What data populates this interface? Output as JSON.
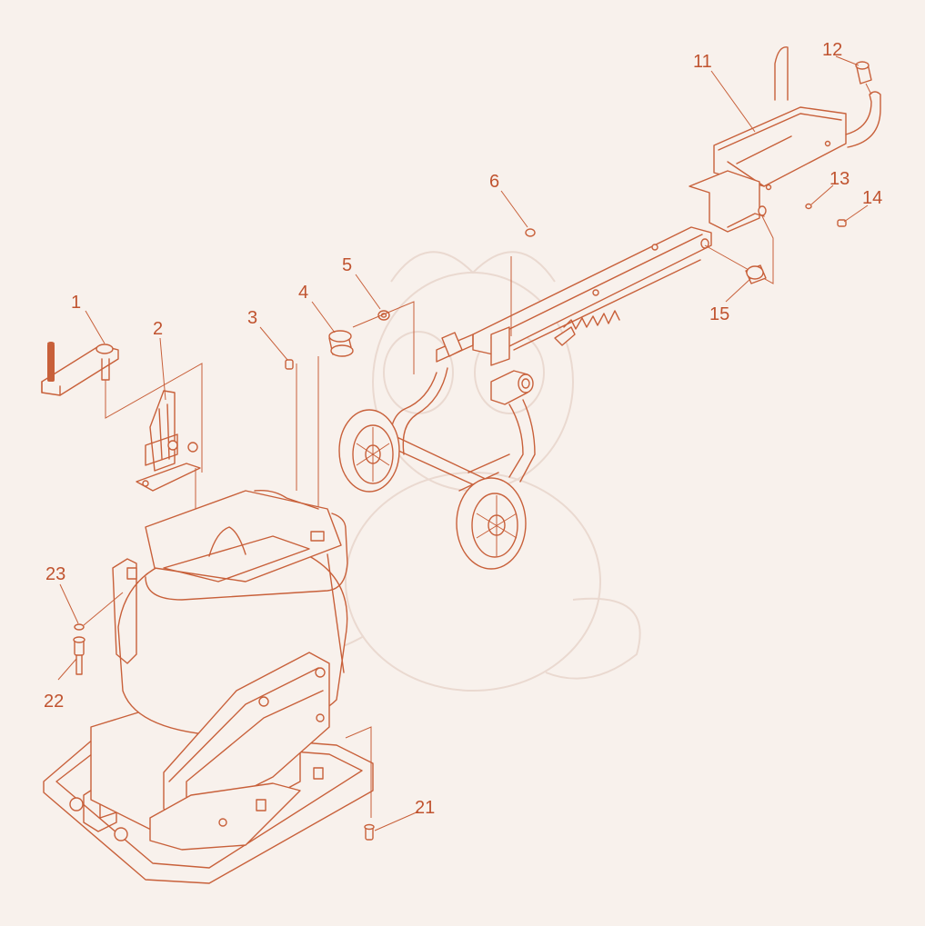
{
  "callouts": {
    "c1": "1",
    "c2": "2",
    "c3": "3",
    "c4": "4",
    "c5": "5",
    "c6": "6",
    "c11": "11",
    "c12": "12",
    "c13": "13",
    "c14": "14",
    "c15": "15",
    "c21": "21",
    "c22": "22",
    "c23": "23"
  },
  "colors": {
    "line": "#c8603a",
    "label": "#c0532f",
    "background": "#f8f1ec",
    "watermark": "#ead9d0"
  }
}
